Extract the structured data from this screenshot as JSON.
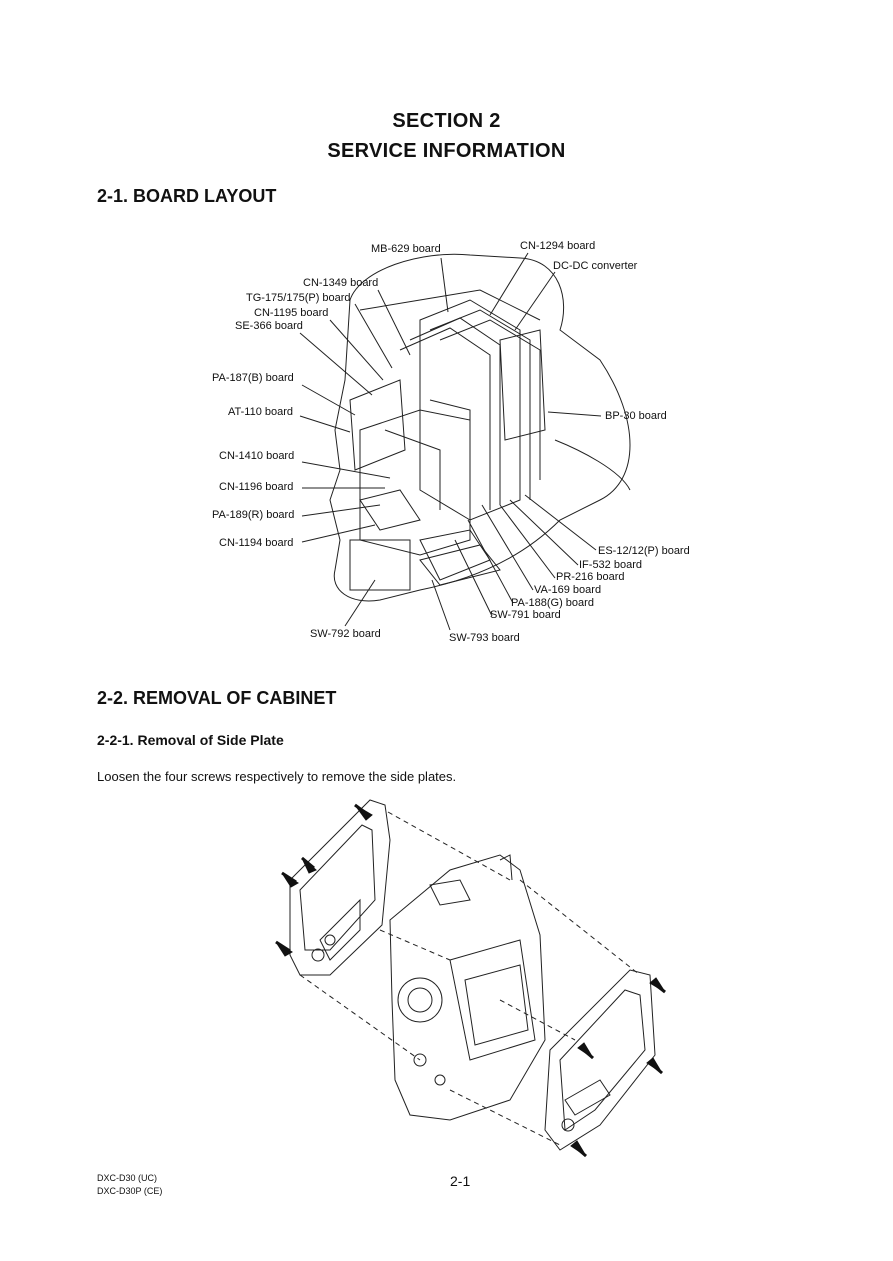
{
  "section": {
    "number": "SECTION 2",
    "title": "SERVICE INFORMATION"
  },
  "board_layout": {
    "heading": "2-1.  BOARD LAYOUT",
    "labels": {
      "mb629": "MB-629 board",
      "cn1294": "CN-1294 board",
      "dcdc": "DC-DC converter",
      "cn1349": "CN-1349 board",
      "tg175": "TG-175/175(P) board",
      "cn1195": "CN-1195 board",
      "se366": "SE-366 board",
      "pa187": "PA-187(B) board",
      "at110": "AT-110 board",
      "bp30": "BP-30 board",
      "cn1410": "CN-1410 board",
      "cn1196": "CN-1196 board",
      "pa189": "PA-189(R) board",
      "cn1194": "CN-1194 board",
      "es12": "ES-12/12(P) board",
      "if532": "IF-532 board",
      "pr216": "PR-216 board",
      "va169": "VA-169 board",
      "pa188": "PA-188(G) board",
      "sw791": "SW-791 board",
      "sw792": "SW-792 board",
      "sw793": "SW-793 board"
    }
  },
  "removal": {
    "heading": "2-2.  REMOVAL OF CABINET",
    "subheading": "2-2-1. Removal of Side Plate",
    "instruction": "Loosen the four screws respectively to remove the side plates."
  },
  "footer": {
    "model_line1": "DXC-D30 (UC)",
    "model_line2": "DXC-D30P (CE)",
    "page_number": "2-1"
  }
}
